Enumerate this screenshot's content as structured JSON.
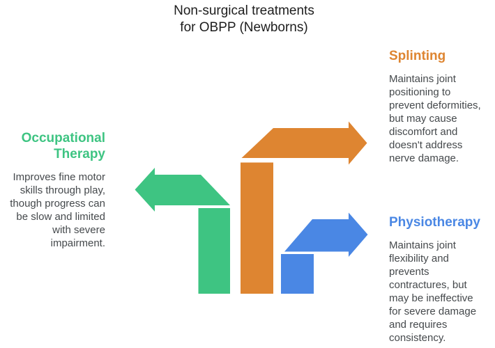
{
  "title": {
    "lines": [
      "Non-surgical treatments",
      "for OBPP (Newborns)"
    ],
    "color": "#1d1d1d"
  },
  "colors": {
    "green": "#3EC482",
    "orange": "#DE8531",
    "blue": "#4A87E4",
    "body_text": "#45494c"
  },
  "blocks": {
    "occupational": {
      "heading": "Occupational Therapy",
      "color": "#3EC482",
      "body_lines": [
        "Improves fine motor",
        "skills through play,",
        "though progress can",
        "be slow and limited",
        "with severe",
        "impairment."
      ]
    },
    "splinting": {
      "heading": "Splinting",
      "color": "#DE8531",
      "body_lines": [
        "Maintains joint",
        "positioning to",
        "prevent deformities,",
        "but may cause",
        "discomfort and",
        "doesn't address",
        "nerve damage."
      ]
    },
    "physiotherapy": {
      "heading": "Physiotherapy",
      "color": "#4A87E4",
      "body_lines": [
        "Maintains joint",
        "flexibility and",
        "prevents",
        "contractures, but",
        "may be ineffective",
        "for severe damage",
        "and requires",
        "consistency."
      ]
    }
  },
  "arrows": {
    "occupational": {
      "direction": "left",
      "color": "#3EC482"
    },
    "splinting": {
      "direction": "right",
      "color": "#DE8531"
    },
    "physiotherapy": {
      "direction": "right",
      "color": "#4A87E4"
    }
  }
}
